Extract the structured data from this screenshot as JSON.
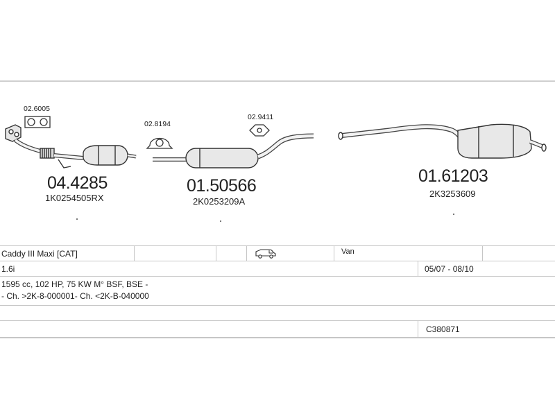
{
  "parts": [
    {
      "number": "04.4285",
      "oem": "1K0254505RX"
    },
    {
      "number": "01.50566",
      "oem": "2K0253209A"
    },
    {
      "number": "01.61203",
      "oem": "2K3253609"
    }
  ],
  "accessories": [
    {
      "number": "02.6005"
    },
    {
      "number": "02.8194"
    },
    {
      "number": "02.9411"
    }
  ],
  "vehicle": {
    "model": "Caddy III Maxi   [CAT]",
    "body_type": "Van",
    "engine": "1.6i",
    "years": "05/07 - 08/10",
    "specs": "1595 cc, 102 HP, 75 KW M° BSF, BSE -",
    "chassis": "- Ch. >2K-8-000001- Ch. <2K-B-040000",
    "code": "C380871"
  },
  "icons": {
    "body": "van-icon"
  }
}
